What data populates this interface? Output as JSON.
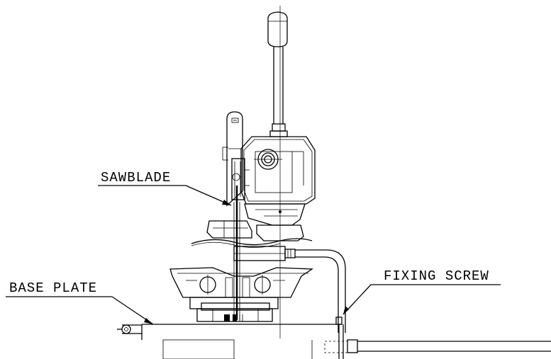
{
  "labels": {
    "sawblade": "SAWBLADE",
    "base_plate": "BASE PLATE",
    "fixing_screw": "FIXING SCREW"
  }
}
